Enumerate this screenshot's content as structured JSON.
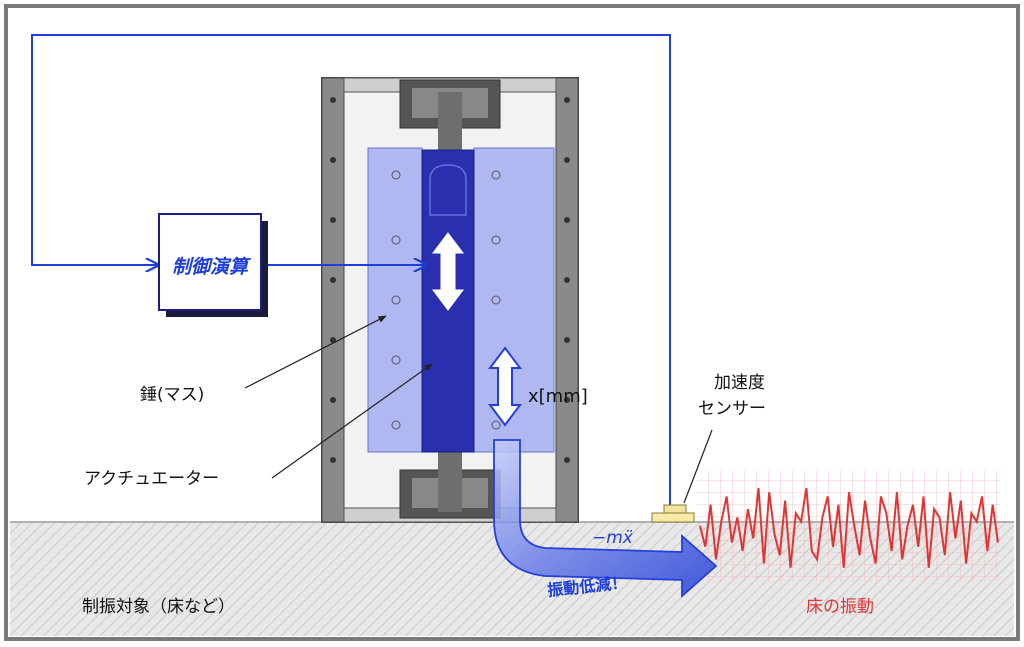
{
  "labels": {
    "control": "制御演算",
    "mass": "錘(マス)",
    "actuator": "アクチュエーター",
    "displacement": "x[mm]",
    "sensor_line1": "加速度",
    "sensor_line2": "センサー",
    "target": "制振対象（床など）",
    "reduction": "振動低減！",
    "floor_vibration": "床の振動",
    "force": "−mẍ"
  },
  "colors": {
    "control_line": "#1f3fd8",
    "mass_panel": "#9aa4f0",
    "actuator": "#2a2fb0",
    "floor_hatch": "#c8c8c8",
    "vibration_trace": "#e03535",
    "vibration_label": "#e03535",
    "reduction_arrow": "#2440d8"
  },
  "chart_data": {
    "type": "line",
    "title": "床の振動",
    "series": [
      {
        "name": "床の振動",
        "values": [
          0.1,
          -0.4,
          0.6,
          -0.7,
          0.2,
          0.8,
          -0.3,
          0.3,
          -0.5,
          0.5,
          -0.2,
          1.0,
          -0.8,
          0.9,
          -0.1,
          -0.6,
          0.7,
          -0.9,
          0.4,
          0.2,
          1.0,
          -0.5,
          -0.7,
          0.3,
          0.8,
          -0.4,
          0.6,
          -0.9,
          0.9,
          0.1,
          -0.6,
          0.7,
          -0.2,
          -0.8,
          0.8,
          0.4,
          -0.5,
          0.9,
          -0.7,
          0.1,
          0.6,
          -0.4,
          0.8,
          -0.9,
          0.5,
          0.3,
          -0.6,
          0.9,
          -0.2,
          0.7,
          -0.8,
          0.4,
          0.2,
          0.8,
          -0.5,
          0.6,
          -0.3
        ]
      }
    ]
  }
}
